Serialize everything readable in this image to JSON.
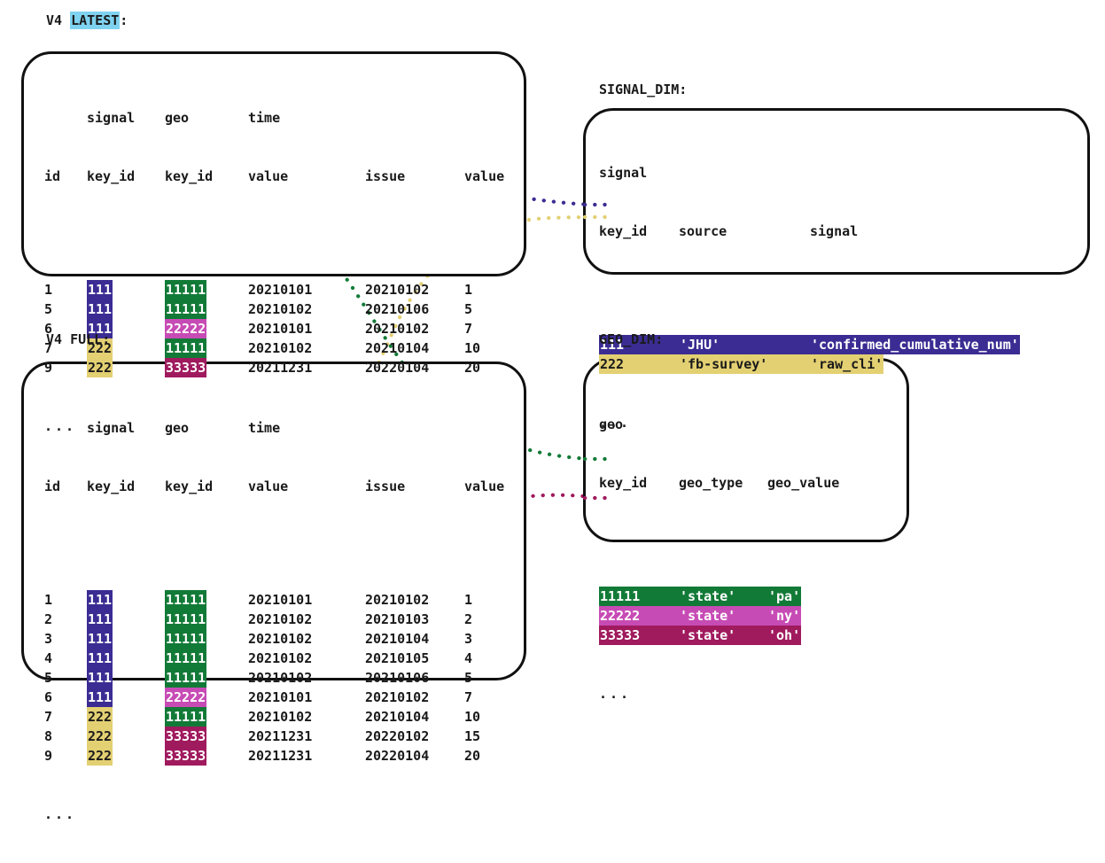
{
  "palette": {
    "signal_111": "#3b2c93",
    "signal_222": "#e3d072",
    "geo_11111": "#127a37",
    "geo_22222": "#c74bb5",
    "geo_33333": "#a01a5e",
    "highlight_latest": "#7fd3f0",
    "ink": "#111111",
    "page_bg": "#ffffff"
  },
  "captions": {
    "latest_prefix": "V4 ",
    "latest_highlight": "LATEST",
    "latest_suffix": ":",
    "full": "V4 FULL:",
    "signal_dim": "SIGNAL_DIM:",
    "geo_dim": "GEO_DIM:"
  },
  "fact_table": {
    "header_line1": [
      "",
      "signal",
      "geo",
      "time",
      "",
      ""
    ],
    "header_line2": [
      "id",
      "key_id",
      "key_id",
      "value",
      "issue",
      "value"
    ],
    "ellipsis": "..."
  },
  "latest_rows": [
    {
      "id": "1",
      "signal_key_id": "111",
      "geo_key_id": "11111",
      "time_value": "20210101",
      "issue": "20210102",
      "value": "1"
    },
    {
      "id": "5",
      "signal_key_id": "111",
      "geo_key_id": "11111",
      "time_value": "20210102",
      "issue": "20210106",
      "value": "5"
    },
    {
      "id": "6",
      "signal_key_id": "111",
      "geo_key_id": "22222",
      "time_value": "20210101",
      "issue": "20210102",
      "value": "7"
    },
    {
      "id": "7",
      "signal_key_id": "222",
      "geo_key_id": "11111",
      "time_value": "20210102",
      "issue": "20210104",
      "value": "10"
    },
    {
      "id": "9",
      "signal_key_id": "222",
      "geo_key_id": "33333",
      "time_value": "20211231",
      "issue": "20220104",
      "value": "20"
    }
  ],
  "full_rows": [
    {
      "id": "1",
      "signal_key_id": "111",
      "geo_key_id": "11111",
      "time_value": "20210101",
      "issue": "20210102",
      "value": "1"
    },
    {
      "id": "2",
      "signal_key_id": "111",
      "geo_key_id": "11111",
      "time_value": "20210102",
      "issue": "20210103",
      "value": "2"
    },
    {
      "id": "3",
      "signal_key_id": "111",
      "geo_key_id": "11111",
      "time_value": "20210102",
      "issue": "20210104",
      "value": "3"
    },
    {
      "id": "4",
      "signal_key_id": "111",
      "geo_key_id": "11111",
      "time_value": "20210102",
      "issue": "20210105",
      "value": "4"
    },
    {
      "id": "5",
      "signal_key_id": "111",
      "geo_key_id": "11111",
      "time_value": "20210102",
      "issue": "20210106",
      "value": "5"
    },
    {
      "id": "6",
      "signal_key_id": "111",
      "geo_key_id": "22222",
      "time_value": "20210101",
      "issue": "20210102",
      "value": "7"
    },
    {
      "id": "7",
      "signal_key_id": "222",
      "geo_key_id": "11111",
      "time_value": "20210102",
      "issue": "20210104",
      "value": "10"
    },
    {
      "id": "8",
      "signal_key_id": "222",
      "geo_key_id": "33333",
      "time_value": "20211231",
      "issue": "20220102",
      "value": "15"
    },
    {
      "id": "9",
      "signal_key_id": "222",
      "geo_key_id": "33333",
      "time_value": "20211231",
      "issue": "20220104",
      "value": "20"
    }
  ],
  "signal_dim": {
    "header_line1": [
      "signal",
      "",
      ""
    ],
    "header_line2": [
      "key_id",
      "source",
      "signal"
    ],
    "rows": [
      {
        "key_id": "111",
        "source": "'JHU'",
        "signal": "'confirmed_cumulative_num'"
      },
      {
        "key_id": "222",
        "source": "'fb-survey'",
        "signal": "'raw_cli'"
      }
    ],
    "ellipsis": "..."
  },
  "geo_dim": {
    "header_line1": [
      "geo",
      "",
      ""
    ],
    "header_line2": [
      "key_id",
      "geo_type",
      "geo_value"
    ],
    "rows": [
      {
        "key_id": "11111",
        "geo_type": "'state'",
        "geo_value": "'pa'"
      },
      {
        "key_id": "22222",
        "geo_type": "'state'",
        "geo_value": "'ny'"
      },
      {
        "key_id": "33333",
        "geo_type": "'state'",
        "geo_value": "'oh'"
      }
    ],
    "ellipsis": "..."
  },
  "connectors": [
    {
      "name": "latest-signal-111-to-signal-dim-111",
      "color": "#3b2c93"
    },
    {
      "name": "full-signal-222-to-signal-dim-222",
      "color": "#e3d072"
    },
    {
      "name": "latest-geo-11111-to-geo-dim-11111",
      "color": "#127a37"
    },
    {
      "name": "full-geo-33333-to-geo-dim-33333",
      "color": "#a01a5e"
    }
  ]
}
